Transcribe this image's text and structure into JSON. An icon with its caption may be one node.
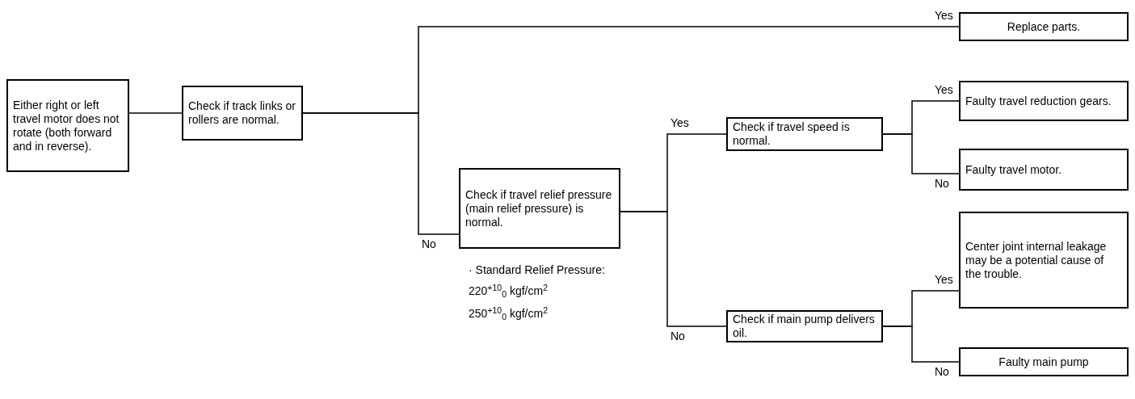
{
  "diagram": {
    "nodes": [
      {
        "text": [
          "Either right or left travel motor does not rotate (both forward and in reverse)."
        ]
      },
      {
        "text": [
          "Check if track links or rollers are normal."
        ]
      },
      {
        "text": [
          "Replace parts."
        ]
      },
      {
        "text": [
          "Check if travel relief pressure (main relief pressure) is normal."
        ]
      },
      {
        "text": [
          "Check if travel speed is normal."
        ]
      },
      {
        "text": [
          "Faulty travel reduction gears."
        ]
      },
      {
        "text": [
          "Faulty travel motor."
        ]
      },
      {
        "text": [
          "Check if main pump delivers oil."
        ]
      },
      {
        "text": [
          "Center joint internal leakage may be a potential cause of the trouble."
        ]
      },
      {
        "text": [
          "Faulty main pump"
        ]
      }
    ],
    "edges": [
      {
        "from": 0,
        "to": 1,
        "arrow": "none"
      },
      {
        "from": 1,
        "to": 2,
        "arrow": "none",
        "label": "Yes"
      },
      {
        "from": 1,
        "to": 3,
        "arrow": "none",
        "label": "No"
      },
      {
        "from": 3,
        "to": 4,
        "arrow": "none",
        "label": "Yes"
      },
      {
        "from": 3,
        "to": 7,
        "arrow": "none",
        "label": "No"
      },
      {
        "from": 4,
        "to": 5,
        "arrow": "none",
        "label": "Yes"
      },
      {
        "from": 4,
        "to": 6,
        "arrow": "none",
        "label": "No"
      },
      {
        "from": 7,
        "to": 8,
        "arrow": "none",
        "label": "Yes"
      },
      {
        "from": 7,
        "to": 9,
        "arrow": "none",
        "label": "No"
      }
    ],
    "labels": [
      "· Standard Relief Pressure:",
      "220$^{+10}$$_{0}$ kgf/cm$^{2}$",
      "250$^{+10}$$_{0}$ kgf/cm$^{2}$"
    ]
  }
}
